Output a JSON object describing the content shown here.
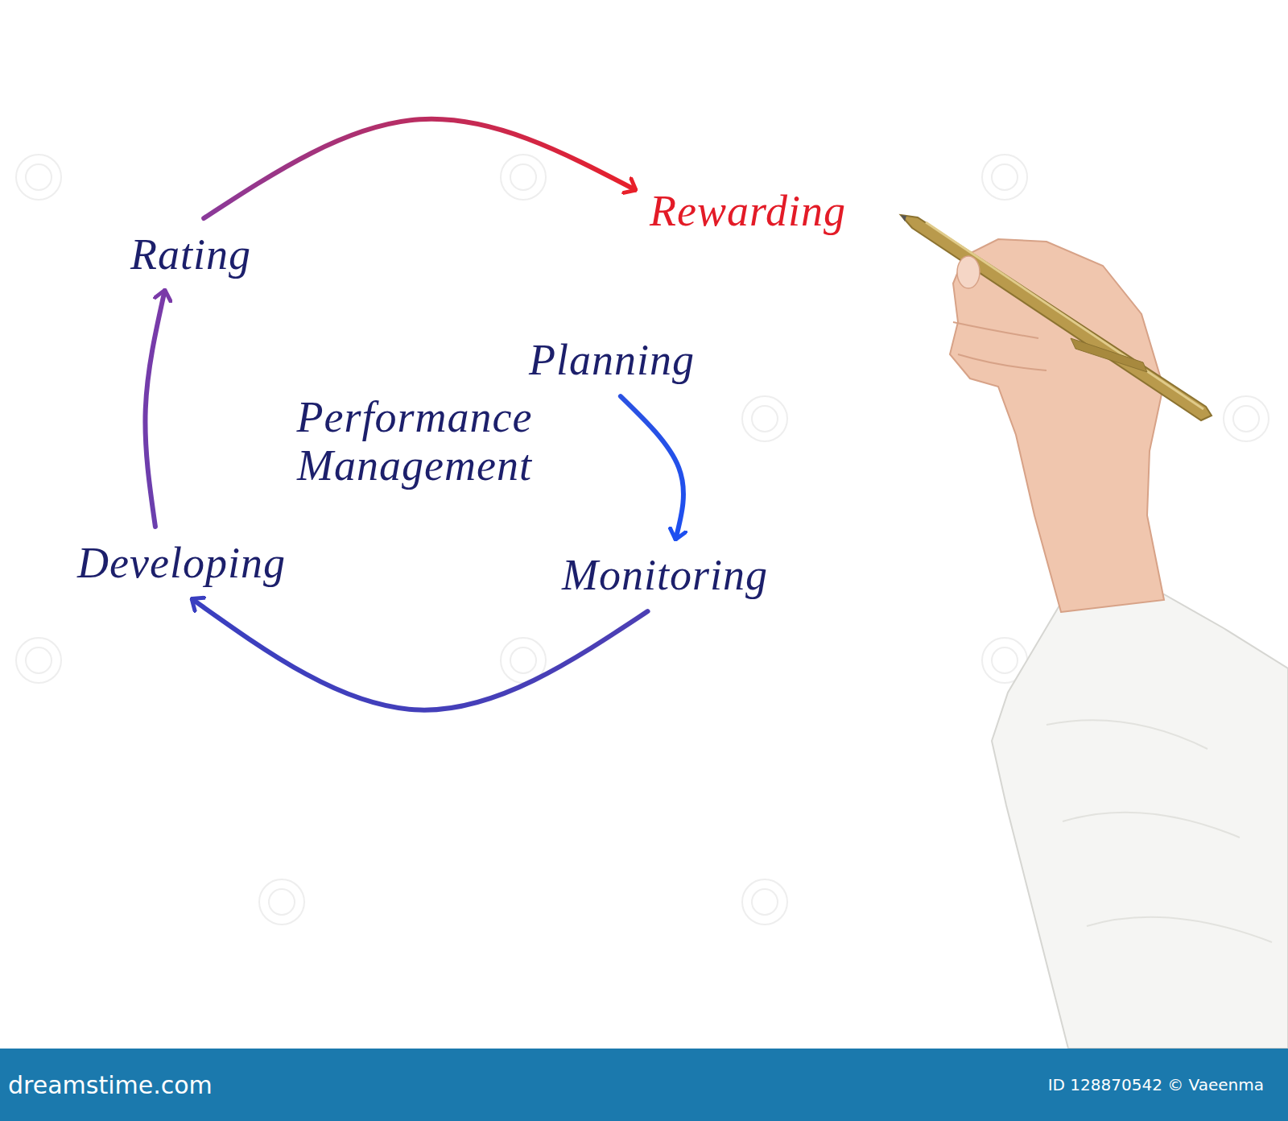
{
  "diagram": {
    "title": "Performance Management",
    "nodes": [
      {
        "text": [
          "Rewarding"
        ]
      },
      {
        "text": [
          "Rating"
        ]
      },
      {
        "text": [
          "Planning"
        ]
      },
      {
        "text": [
          "Developing"
        ]
      },
      {
        "text": [
          "Monitoring"
        ]
      }
    ],
    "edges": [
      {
        "from": 2,
        "to": 4,
        "arrow": "to"
      },
      {
        "from": 4,
        "to": 3,
        "arrow": "to"
      },
      {
        "from": 3,
        "to": 1,
        "arrow": "to"
      },
      {
        "from": 1,
        "to": 0,
        "arrow": "to"
      }
    ],
    "labels": [
      "dreamstime.com",
      "ID 128870542 © Vaeenma"
    ]
  }
}
